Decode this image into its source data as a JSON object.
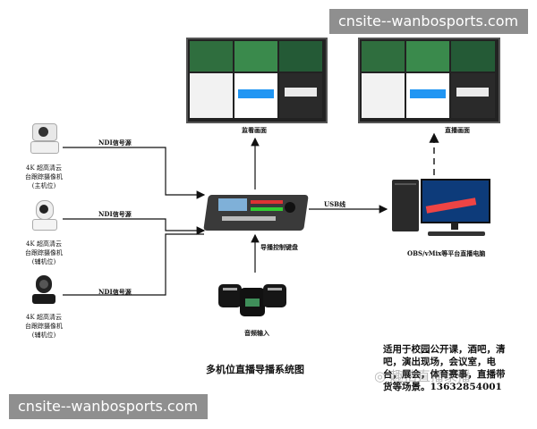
{
  "watermark_top": "cnsite--wanbosports.com",
  "watermark_bottom": "cnsite--wanbosports.com",
  "cameras": [
    {
      "line1": "4K 超高清云",
      "line2": "台跟踪摄像机",
      "line3": "(主机位)"
    },
    {
      "line1": "4K 超高清云",
      "line2": "台跟踪摄像机",
      "line3": "(辅机位)"
    },
    {
      "line1": "4K 超高清云",
      "line2": "台跟踪摄像机",
      "line3": "(辅机位)"
    }
  ],
  "ndi_label": "NDI信号源",
  "usb_label": "USB线",
  "monitor_label": "监看画面",
  "live_label": "直播画面",
  "console_label": "导播控制键盘",
  "audio_label": "音频输入",
  "pc_label": "OBS/vMix等平台直播电脑",
  "title": "多机位直播导播系统图",
  "note_lines": [
    "适用于校园公开课，酒吧，清",
    "吧，演出现场，会议室，电",
    "台，展会，体育赛事，直播带",
    "货等场景。13632854001"
  ],
  "logo_text": "趣拍直播录播",
  "colors": {
    "screen_green": "#1f5f3a",
    "screen_blue": "#2196f3",
    "monitor_sky": "#0d3b7a",
    "tower": "#2a2a2a"
  }
}
